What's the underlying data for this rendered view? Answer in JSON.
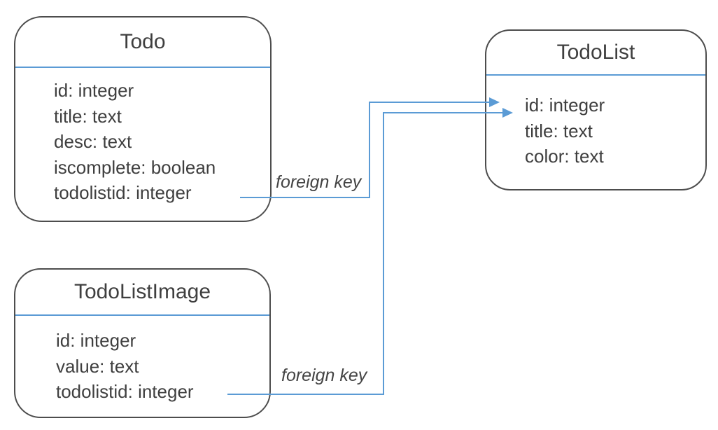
{
  "diagram": {
    "colors": {
      "border": "#4d4d4d",
      "text": "#3f3f3f",
      "accent_blue": "#5b9bd5",
      "background": "#ffffff"
    },
    "entities": [
      {
        "name": "Todo",
        "fields": [
          "id: integer",
          "title: text",
          "desc: text",
          "iscomplete: boolean",
          "todolistid: integer"
        ]
      },
      {
        "name": "TodoList",
        "fields": [
          "id: integer",
          "title: text",
          "color: text"
        ]
      },
      {
        "name": "TodoListImage",
        "fields": [
          "id: integer",
          "value: text",
          "todolistid: integer"
        ]
      }
    ],
    "relations": [
      {
        "label": "foreign key",
        "from": "Todo.todolistid",
        "to": "TodoList.id"
      },
      {
        "label": "foreign key",
        "from": "TodoListImage.todolistid",
        "to": "TodoList.id"
      }
    ]
  }
}
